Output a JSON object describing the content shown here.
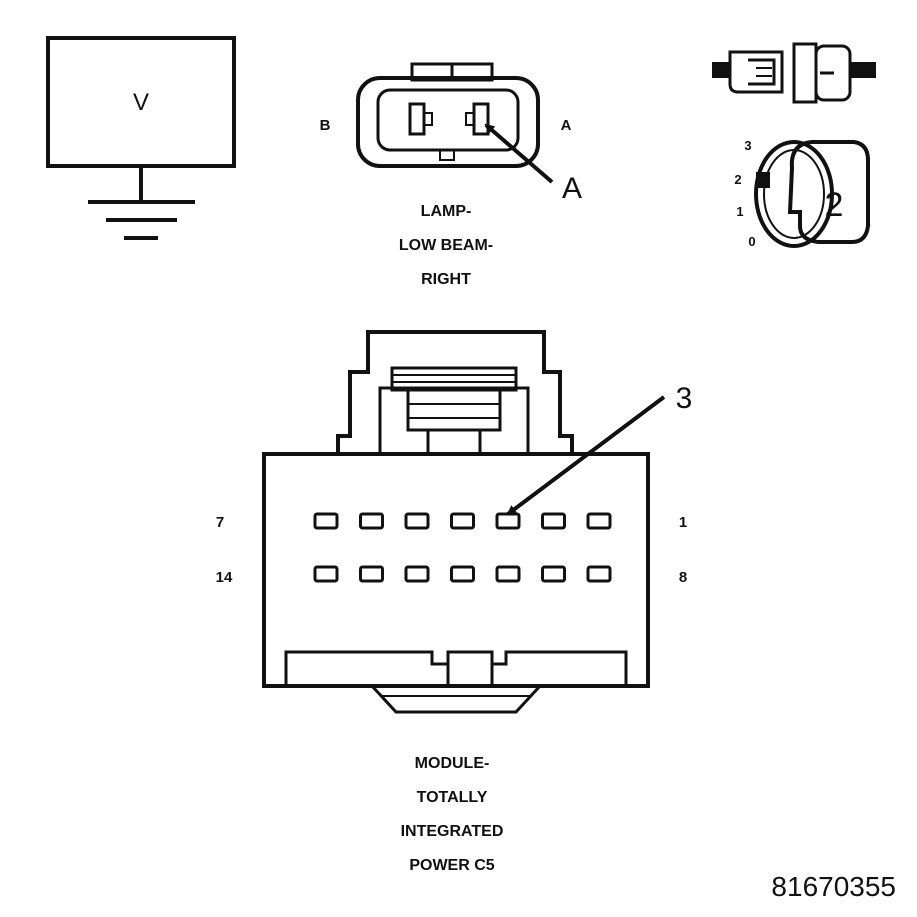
{
  "voltmeter": {
    "symbol": "V"
  },
  "lamp_connector": {
    "pin_left": "B",
    "pin_right": "A",
    "callout": "A",
    "title_lines": [
      "LAMP-",
      "LOW BEAM-",
      "RIGHT"
    ]
  },
  "ignition_switch": {
    "positions": [
      "3",
      "2",
      "1",
      "0"
    ],
    "selected": "2",
    "callout": "2"
  },
  "module_connector": {
    "row1_left": "7",
    "row1_right": "1",
    "row2_left": "14",
    "row2_right": "8",
    "callout": "3",
    "pins_per_row": 7,
    "title_lines": [
      "MODULE-",
      "TOTALLY",
      "INTEGRATED",
      "POWER C5"
    ]
  },
  "figure_id": "81670355"
}
